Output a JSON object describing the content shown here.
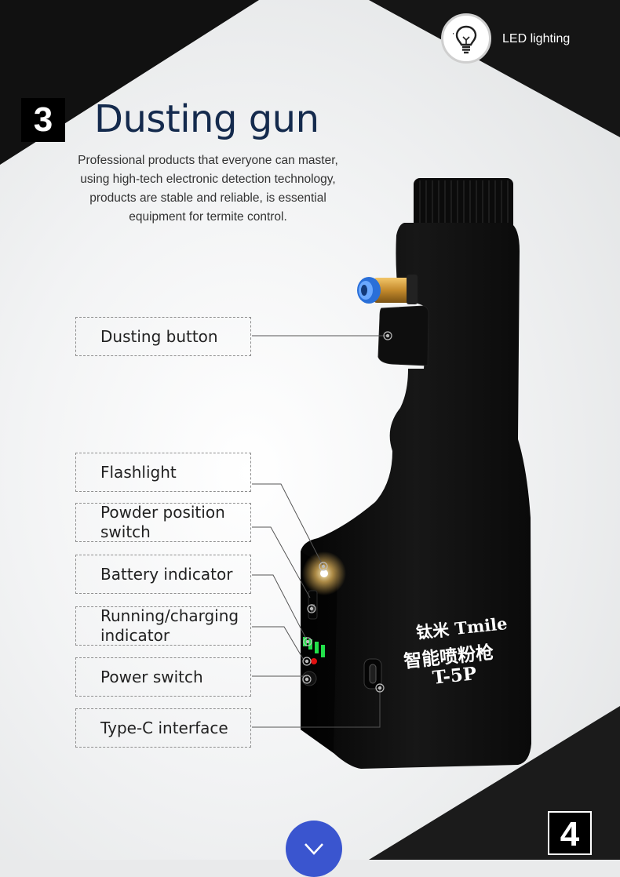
{
  "header": {
    "feature_icon": "lightbulb-icon",
    "feature_label": "LED lighting"
  },
  "section": {
    "number": "3",
    "title": "Dusting gun",
    "description_lines": [
      "Professional products that everyone can master,",
      "using high-tech electronic detection technology,",
      "products are stable and reliable, is essential",
      "equipment for termite control."
    ]
  },
  "callouts": [
    {
      "label": "Dusting button"
    },
    {
      "label": "Flashlight"
    },
    {
      "label": "Powder position switch"
    },
    {
      "label": "Battery indicator"
    },
    {
      "label": "Running/charging indicator"
    },
    {
      "label": "Power switch"
    },
    {
      "label": "Type-C interface"
    }
  ],
  "product": {
    "brand_line": "钛米 Tmile",
    "name_line": "智能喷粉枪",
    "model": "T-5P",
    "battery_bars_lit": 4
  },
  "next_section": {
    "number": "4",
    "arrow_icon": "chevron-down-icon"
  },
  "colors": {
    "title": "#142a4d",
    "accent_button": "#3a55cf",
    "battery_green": "#22e04a",
    "indicator_red": "#e01010"
  }
}
